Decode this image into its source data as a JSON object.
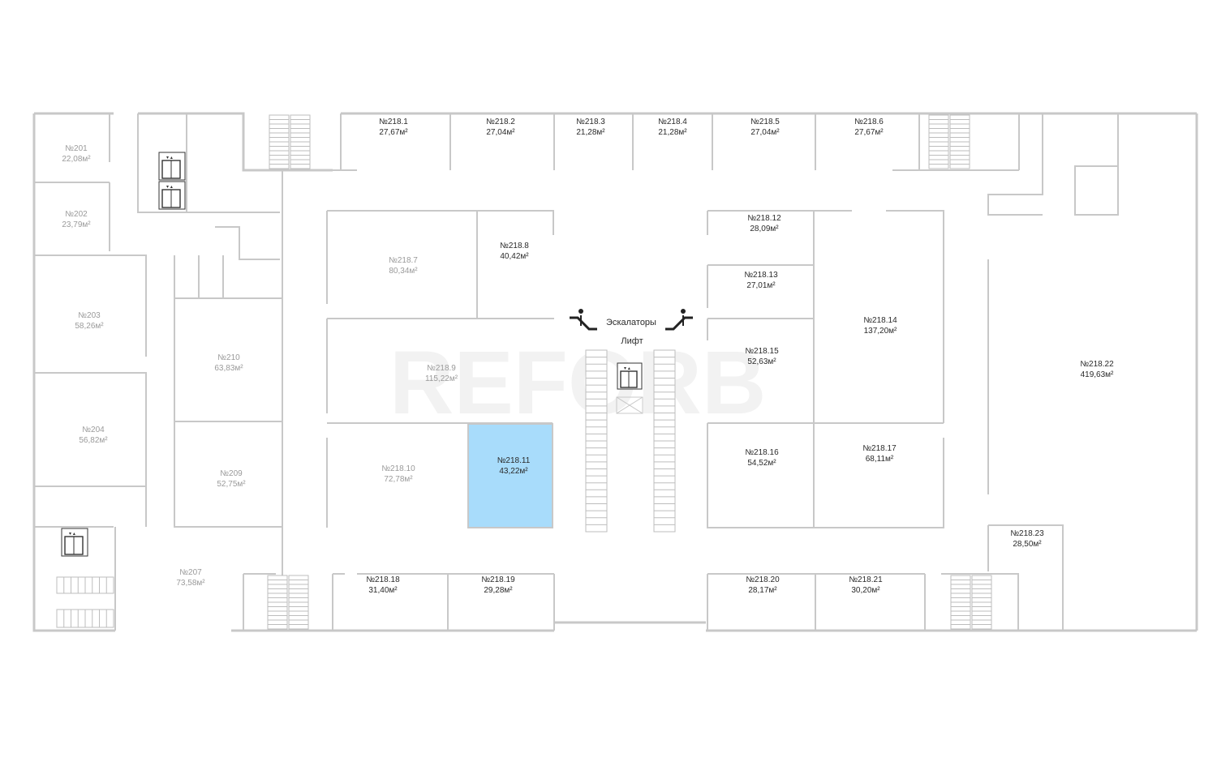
{
  "plan": {
    "watermark": "REFORB",
    "highlight_color": "#a8dcfb",
    "wall_color": "#c8c8c8",
    "amenities": {
      "escalators_label": "Эскалаторы",
      "lift_label": "Лифт"
    },
    "rooms": [
      {
        "id": "r201",
        "num": "№201",
        "area": "22,08м²",
        "tone": "dim"
      },
      {
        "id": "r202",
        "num": "№202",
        "area": "23,79м²",
        "tone": "dim"
      },
      {
        "id": "r203",
        "num": "№203",
        "area": "58,26м²",
        "tone": "dim"
      },
      {
        "id": "r204",
        "num": "№204",
        "area": "56,82м²",
        "tone": "dim"
      },
      {
        "id": "r210",
        "num": "№210",
        "area": "63,83м²",
        "tone": "dim"
      },
      {
        "id": "r209",
        "num": "№209",
        "area": "52,75м²",
        "tone": "dim"
      },
      {
        "id": "r207",
        "num": "№207",
        "area": "73,58м²",
        "tone": "dim"
      },
      {
        "id": "r2181",
        "num": "№218.1",
        "area": "27,67м²",
        "tone": "dark"
      },
      {
        "id": "r2182",
        "num": "№218.2",
        "area": "27,04м²",
        "tone": "dark"
      },
      {
        "id": "r2183",
        "num": "№218.3",
        "area": "21,28м²",
        "tone": "dark"
      },
      {
        "id": "r2184",
        "num": "№218.4",
        "area": "21,28м²",
        "tone": "dark"
      },
      {
        "id": "r2185",
        "num": "№218.5",
        "area": "27,04м²",
        "tone": "dark"
      },
      {
        "id": "r2186",
        "num": "№218.6",
        "area": "27,67м²",
        "tone": "dark"
      },
      {
        "id": "r2187",
        "num": "№218.7",
        "area": "80,34м²",
        "tone": "dim"
      },
      {
        "id": "r2188",
        "num": "№218.8",
        "area": "40,42м²",
        "tone": "dark"
      },
      {
        "id": "r2189",
        "num": "№218.9",
        "area": "115,22м²",
        "tone": "dim"
      },
      {
        "id": "r21810",
        "num": "№218.10",
        "area": "72,78м²",
        "tone": "dim"
      },
      {
        "id": "r21811",
        "num": "№218.11",
        "area": "43,22м²",
        "tone": "highlight"
      },
      {
        "id": "r21812",
        "num": "№218.12",
        "area": "28,09м²",
        "tone": "dark"
      },
      {
        "id": "r21813",
        "num": "№218.13",
        "area": "27,01м²",
        "tone": "dark"
      },
      {
        "id": "r21814",
        "num": "№218.14",
        "area": "137,20м²",
        "tone": "dark"
      },
      {
        "id": "r21815",
        "num": "№218.15",
        "area": "52,63м²",
        "tone": "dark"
      },
      {
        "id": "r21816",
        "num": "№218.16",
        "area": "54,52м²",
        "tone": "dark"
      },
      {
        "id": "r21817",
        "num": "№218.17",
        "area": "68,11м²",
        "tone": "dark"
      },
      {
        "id": "r21818",
        "num": "№218.18",
        "area": "31,40м²",
        "tone": "dark"
      },
      {
        "id": "r21819",
        "num": "№218.19",
        "area": "29,28м²",
        "tone": "dark"
      },
      {
        "id": "r21820",
        "num": "№218.20",
        "area": "28,17м²",
        "tone": "dark"
      },
      {
        "id": "r21821",
        "num": "№218.21",
        "area": "30,20м²",
        "tone": "dark"
      },
      {
        "id": "r21822",
        "num": "№218.22",
        "area": "419,63м²",
        "tone": "dark"
      },
      {
        "id": "r21823",
        "num": "№218.23",
        "area": "28,50м²",
        "tone": "dark"
      }
    ]
  }
}
